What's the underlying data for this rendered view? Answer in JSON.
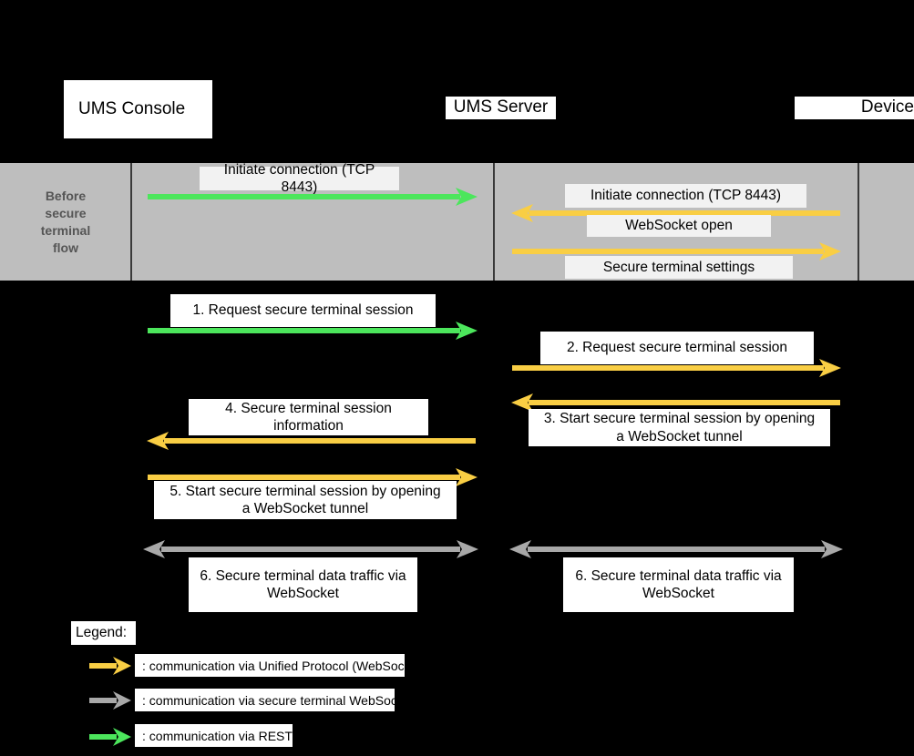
{
  "diagram": {
    "title_actors": [
      {
        "name": "ums-console",
        "label": "UMS Console"
      },
      {
        "name": "ums-server",
        "label": "UMS Server"
      },
      {
        "name": "device",
        "label": "Device"
      }
    ],
    "phase_band": {
      "label": "Before secure terminal flow",
      "label_lines": [
        "Before",
        "secure",
        "terminal",
        "flow"
      ],
      "messages": [
        {
          "id": "band-msg-1",
          "text": "Initiate connection (TCP 8443)",
          "lane": "console-server",
          "direction": "right",
          "style": "rest"
        },
        {
          "id": "band-msg-2",
          "text": "Initiate connection (TCP 8443)",
          "lane": "server-device",
          "direction": "left",
          "style": "unified"
        },
        {
          "id": "band-msg-3",
          "text": "WebSocket open",
          "lane": "server-device",
          "direction": "left-label",
          "style": "unified"
        },
        {
          "id": "band-msg-4",
          "text": "Secure terminal settings",
          "lane": "server-device",
          "direction": "right",
          "style": "unified"
        }
      ]
    },
    "flow_steps": [
      {
        "id": "step-1",
        "number": "1.",
        "text": "Request secure terminal session",
        "lines": [
          "1.   Request secure terminal session"
        ],
        "lane": "console-server",
        "direction": "right",
        "style": "rest"
      },
      {
        "id": "step-2",
        "number": "2.",
        "text": "Request secure terminal session",
        "lines": [
          "2.   Request secure terminal session"
        ],
        "lane": "server-device",
        "direction": "right",
        "style": "unified"
      },
      {
        "id": "step-3",
        "number": "3.",
        "text": "Start secure terminal session by opening a WebSocket tunnel",
        "lines": [
          "3.   Start secure terminal session by opening",
          "a WebSocket tunnel"
        ],
        "lane": "server-device",
        "direction": "left",
        "style": "unified"
      },
      {
        "id": "step-4",
        "number": "4.",
        "text": "Secure terminal session information",
        "lines": [
          "4.   Secure terminal session",
          "information"
        ],
        "lane": "console-server",
        "direction": "left",
        "style": "unified"
      },
      {
        "id": "step-5",
        "number": "5.",
        "text": "Start secure terminal session by opening a WebSocket tunnel",
        "lines": [
          "5.   Start secure terminal session by opening",
          "a WebSocket tunnel"
        ],
        "lane": "console-server",
        "direction": "right",
        "style": "unified"
      },
      {
        "id": "step-6a",
        "number": "6.",
        "text": "Secure terminal data traffic via WebSocket",
        "lines": [
          "6.   Secure terminal data traffic via",
          "WebSocket"
        ],
        "lane": "console-server",
        "direction": "both",
        "style": "secure-terminal"
      },
      {
        "id": "step-6b",
        "number": "6.",
        "text": "Secure terminal data traffic via WebSocket",
        "lines": [
          "6.   Secure terminal data traffic via",
          "WebSocket"
        ],
        "lane": "server-device",
        "direction": "both",
        "style": "secure-terminal"
      }
    ],
    "legend": {
      "title": "Legend:",
      "entries": [
        {
          "id": "legend-unified",
          "arrow": "arrow-right-yellow",
          "text": ": communication via Unified Protocol (WebSocket)"
        },
        {
          "id": "legend-secure-terminal",
          "arrow": "arrow-right-gray",
          "text": ": communication via secure terminal WebSocket"
        },
        {
          "id": "legend-rest",
          "arrow": "arrow-right-green",
          "text": ": communication via REST"
        }
      ]
    },
    "colors": {
      "background": "#000000",
      "band": "#bebebe",
      "band_label_text": "#555555",
      "unified_protocol": "#f9ce44",
      "secure_terminal": "#a8a8a8",
      "rest": "#4ce65c",
      "label_box_on_band": "#f2f2f2",
      "label_box_on_dark": "#ffffff"
    }
  }
}
